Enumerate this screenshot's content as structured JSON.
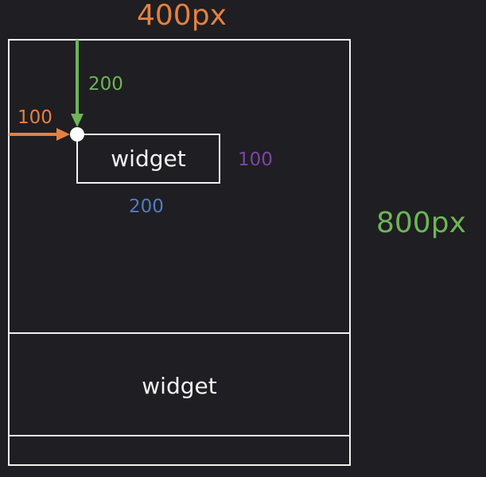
{
  "diagram": {
    "container_width_label": "400px",
    "container_height_label": "800px",
    "offset_y_label": "200",
    "offset_x_label": "100",
    "widget_height_label": "100",
    "widget_width_label": "200",
    "widget_top_label": "widget",
    "widget_bottom_label": "widget"
  },
  "colors": {
    "background": "#1f1e22",
    "outline": "#f2f2f2",
    "orange": "#e5813f",
    "green": "#6db556",
    "purple": "#7b45a6",
    "blue": "#4f7cc4"
  }
}
